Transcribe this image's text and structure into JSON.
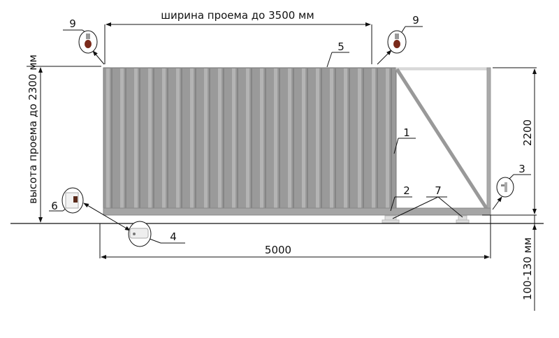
{
  "dimensions": {
    "width_label": "ширина проема до 3500 мм",
    "height_label": "высота проема до 2300 мм",
    "gate_length": "5000",
    "gate_height": "2200",
    "clearance": "100-130 мм"
  },
  "callouts": [
    {
      "id": "9a",
      "label": "9",
      "icon": "upper-guide-roller-icon"
    },
    {
      "id": "9b",
      "label": "9",
      "icon": "upper-guide-roller-icon"
    },
    {
      "id": "5",
      "label": "5"
    },
    {
      "id": "1",
      "label": "1"
    },
    {
      "id": "3",
      "label": "3",
      "icon": "end-catcher-icon"
    },
    {
      "id": "2",
      "label": "2"
    },
    {
      "id": "7",
      "label": "7"
    },
    {
      "id": "6",
      "label": "6",
      "icon": "control-box-icon"
    },
    {
      "id": "4",
      "label": "4",
      "icon": "gate-motor-icon"
    }
  ],
  "colors": {
    "panel": "#9a9a9a",
    "frame": "#a8a8a8",
    "roller": "#7a2a1a"
  }
}
